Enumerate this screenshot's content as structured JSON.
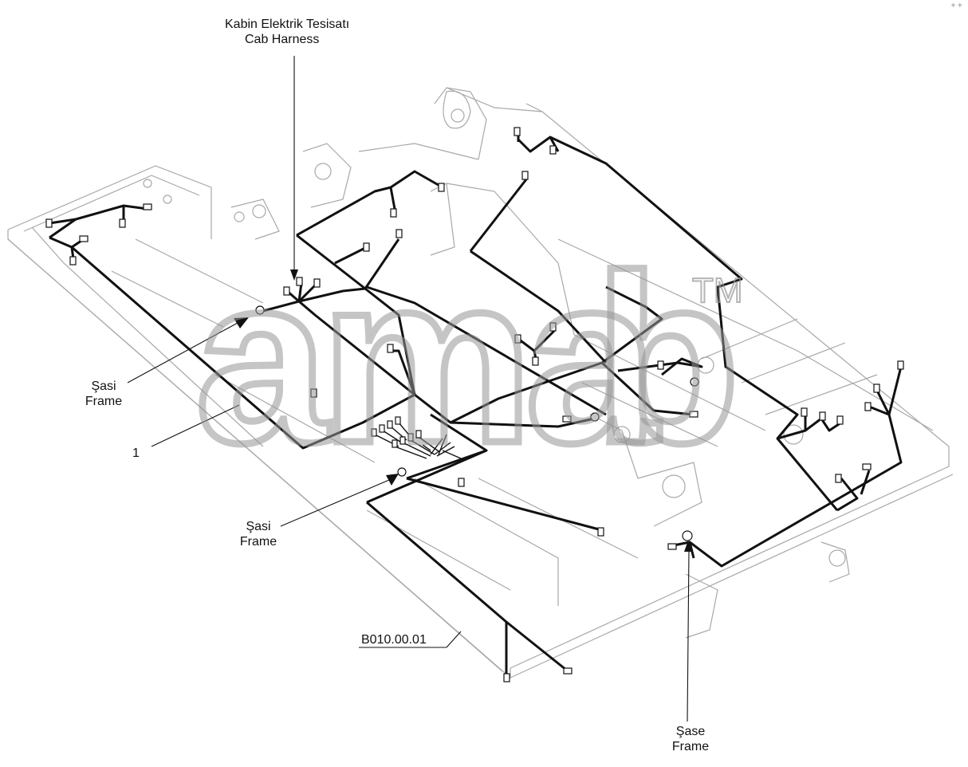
{
  "callouts": {
    "cab_harness": {
      "line1": "Kabin  Elektrik  Tesisatı",
      "line2": "Cab Harness"
    },
    "frame_left": {
      "line1": "Şasi",
      "line2": "Frame"
    },
    "item_number": "1",
    "frame_center": {
      "line1": "Şasi",
      "line2": "Frame"
    },
    "frame_bottom": {
      "line1": "Şase",
      "line2": "Frame"
    },
    "reference": "B010.00.01"
  },
  "watermark": {
    "text": "ama",
    "tail": "b",
    "trademark": "TM"
  },
  "colors": {
    "line": "#111111",
    "frame_line": "#9a9a9a",
    "watermark": "#969696",
    "background": "#ffffff"
  }
}
